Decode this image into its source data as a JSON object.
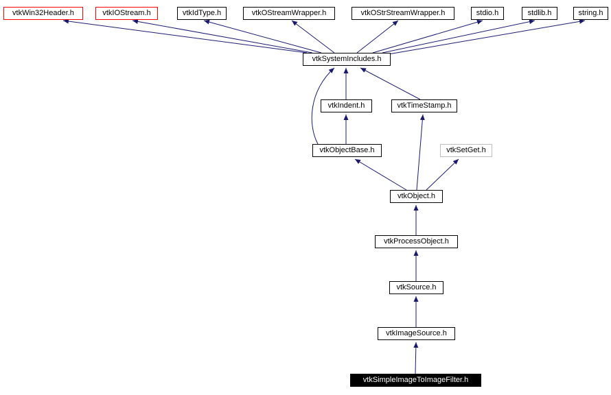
{
  "diagram": {
    "kind": "doxygen-include-dependency-graph",
    "colors": {
      "edge": "#191970",
      "red_border": "#ff0000",
      "gray_border": "#bebebe",
      "main_bg": "#000000",
      "main_fg": "#ffffff"
    },
    "nodes": [
      {
        "label": "vtkWin32Header.h",
        "type": "red"
      },
      {
        "label": "vtkIOStream.h",
        "type": "red"
      },
      {
        "label": "vtkIdType.h",
        "type": "normal"
      },
      {
        "label": "vtkOStreamWrapper.h",
        "type": "normal"
      },
      {
        "label": "vtkOStrStreamWrapper.h",
        "type": "normal"
      },
      {
        "label": "stdio.h",
        "type": "normal"
      },
      {
        "label": "stdlib.h",
        "type": "normal"
      },
      {
        "label": "string.h",
        "type": "normal"
      },
      {
        "label": "vtkSystemIncludes.h",
        "type": "normal"
      },
      {
        "label": "vtkIndent.h",
        "type": "normal"
      },
      {
        "label": "vtkTimeStamp.h",
        "type": "normal"
      },
      {
        "label": "vtkObjectBase.h",
        "type": "normal"
      },
      {
        "label": "vtkSetGet.h",
        "type": "gray"
      },
      {
        "label": "vtkObject.h",
        "type": "normal"
      },
      {
        "label": "vtkProcessObject.h",
        "type": "normal"
      },
      {
        "label": "vtkSource.h",
        "type": "normal"
      },
      {
        "label": "vtkImageSource.h",
        "type": "normal"
      },
      {
        "label": "vtkSimpleImageToImageFilter.h",
        "type": "main"
      }
    ],
    "edges": [
      {
        "from": "vtkSystemIncludes.h",
        "to": "vtkWin32Header.h"
      },
      {
        "from": "vtkSystemIncludes.h",
        "to": "vtkIOStream.h"
      },
      {
        "from": "vtkSystemIncludes.h",
        "to": "vtkIdType.h"
      },
      {
        "from": "vtkSystemIncludes.h",
        "to": "vtkOStreamWrapper.h"
      },
      {
        "from": "vtkSystemIncludes.h",
        "to": "vtkOStrStreamWrapper.h"
      },
      {
        "from": "vtkSystemIncludes.h",
        "to": "stdio.h"
      },
      {
        "from": "vtkSystemIncludes.h",
        "to": "stdlib.h"
      },
      {
        "from": "vtkSystemIncludes.h",
        "to": "string.h"
      },
      {
        "from": "vtkIndent.h",
        "to": "vtkSystemIncludes.h"
      },
      {
        "from": "vtkTimeStamp.h",
        "to": "vtkSystemIncludes.h"
      },
      {
        "from": "vtkObjectBase.h",
        "to": "vtkIndent.h"
      },
      {
        "from": "vtkObjectBase.h",
        "to": "vtkSystemIncludes.h"
      },
      {
        "from": "vtkObject.h",
        "to": "vtkObjectBase.h"
      },
      {
        "from": "vtkObject.h",
        "to": "vtkTimeStamp.h"
      },
      {
        "from": "vtkObject.h",
        "to": "vtkSetGet.h"
      },
      {
        "from": "vtkProcessObject.h",
        "to": "vtkObject.h"
      },
      {
        "from": "vtkSource.h",
        "to": "vtkProcessObject.h"
      },
      {
        "from": "vtkImageSource.h",
        "to": "vtkSource.h"
      },
      {
        "from": "vtkSimpleImageToImageFilter.h",
        "to": "vtkImageSource.h"
      }
    ]
  }
}
